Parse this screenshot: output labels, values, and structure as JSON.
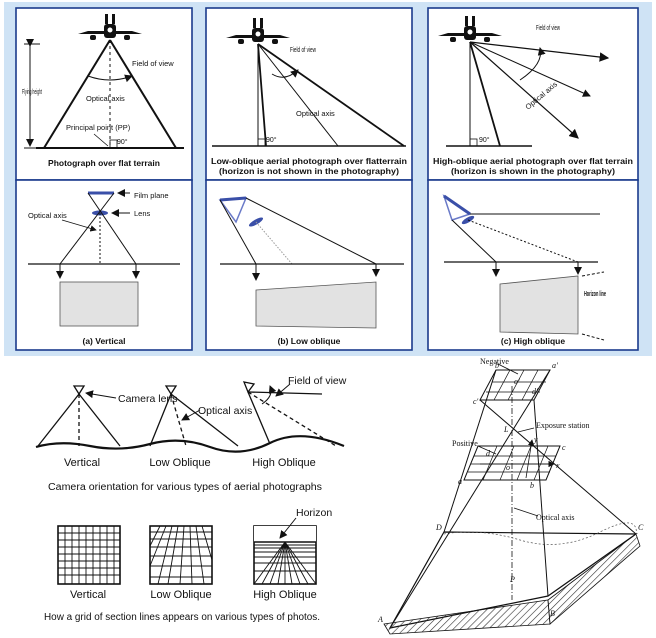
{
  "top_panels": [
    {
      "caption": "Photograph over flat terrain",
      "labels": {
        "field_of_view": "Field of view",
        "flying_height": "Flying height",
        "optical_axis": "Optical axis",
        "principal_point": "Principal point (PP)",
        "angle": "90°"
      }
    },
    {
      "caption_line1": "Low-oblique aerial photograph over flatterrain",
      "caption_line2": "(horizon is not shown in the photography)",
      "labels": {
        "field_of_view": "Field of view",
        "optical_axis": "Optical axis",
        "angle": "90°"
      }
    },
    {
      "caption_line1": "High-oblique aerial photograph over flat terrain",
      "caption_line2": "(horizon is shown in the photography)",
      "labels": {
        "field_of_view": "Field of view",
        "optical_axis": "Optical axis",
        "angle": "90°"
      }
    }
  ],
  "lower_panels": [
    {
      "caption": "(a) Vertical",
      "labels": {
        "film_plane": "Film plane",
        "lens": "Lens",
        "optical_axis": "Optical axis"
      }
    },
    {
      "caption": "(b) Low oblique"
    },
    {
      "caption": "(c) High oblique",
      "labels": {
        "horizon_line": "Horizon line"
      }
    }
  ],
  "orientation_figure": {
    "field_of_view": "Field of view",
    "camera_lens": "Camera lens",
    "optical_axis": "Optical axis",
    "vertical": "Vertical",
    "low_oblique": "Low Oblique",
    "high_oblique": "High Oblique",
    "caption": "Camera orientation for various types of aerial photographs"
  },
  "grid_figure": {
    "horizon": "Horizon",
    "vertical": "Vertical",
    "low_oblique": "Low Oblique",
    "high_oblique": "High Oblique",
    "caption": "How a grid of section lines appears on various types of photos."
  },
  "geometry_figure": {
    "negative": "Negative",
    "exposure_station": "Exposure station",
    "positive": "Positive",
    "optical_axis": "Optical axis",
    "points": {
      "b_prime": "b'",
      "a_prime": "a'",
      "c_prime": "c'",
      "d_prime": "d'",
      "o_prime": "o'",
      "L": "L",
      "d": "d",
      "c": "c",
      "a": "a",
      "b": "b",
      "o": "o",
      "x": "x",
      "y": "y",
      "D": "D",
      "C": "C",
      "A": "A",
      "B": "B",
      "P": "P"
    }
  },
  "colors": {
    "panel_border": "#1a3a8c",
    "panel_bg": "#cfe3f5",
    "photo_fill": "#e2e2e2",
    "ink": "#111111",
    "ground_hatch": "#333333"
  }
}
